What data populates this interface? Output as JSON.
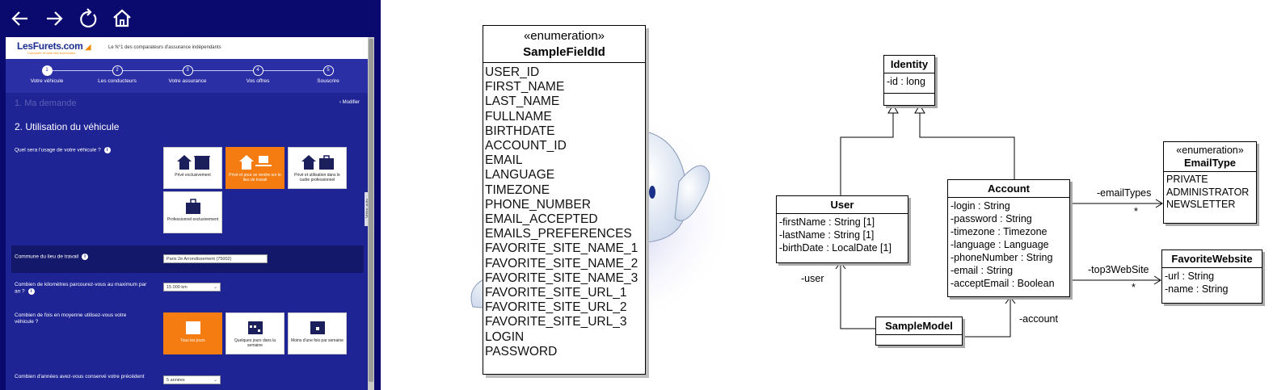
{
  "browser": {
    "nav": {
      "back": "back-arrow-icon",
      "forward": "forward-arrow-icon",
      "reload": "reload-icon",
      "home": "home-icon"
    },
    "site": {
      "logo": "LesFurets.com",
      "logo_sub": "Comparer et faire des économies",
      "tagline": "Le N°1 des comparateurs d'assurance indépendants",
      "steps": [
        {
          "num": "1",
          "label": "Votre véhicule"
        },
        {
          "num": "2",
          "label": "Les conducteurs"
        },
        {
          "num": "3",
          "label": "Votre assurance"
        },
        {
          "num": "4",
          "label": "Vos offres"
        },
        {
          "num": "5",
          "label": "Souscrire"
        }
      ],
      "section1": "1. Ma demande",
      "modify": "Modifier",
      "section2": "2. Utilisation du véhicule",
      "q_usage": "Quel sera l'usage de votre véhicule ?",
      "usage_tiles": [
        "Privé exclusivement",
        "Privé et pour se rendre sur le lieu de travail",
        "Privé et utilisation dans le cadre professionnel",
        "Professionnel exclusivement"
      ],
      "q_commune": "Commune du lieu de travail",
      "commune_value": "Paris 2e Arrondissement (75002)",
      "q_km": "Combien de kilomètres parcourez-vous au maximum par an ?",
      "km_value": "15 000 km",
      "q_freq": "Combien de fois en moyenne utilisez-vous votre véhicule ?",
      "freq_tiles": [
        "Tous les jours",
        "Quelques jours dans la semaine",
        "Moins d'une fois par semaine"
      ],
      "q_years": "Combien d'années avez-vous conservé votre précédent",
      "years_value": "5 années",
      "side_tab": "Votre avis"
    }
  },
  "enum1": {
    "stereotype": "«enumeration»",
    "name": "SampleFieldId",
    "values": [
      "USER_ID",
      "FIRST_NAME",
      "LAST_NAME",
      "FULLNAME",
      "BIRTHDATE",
      "ACCOUNT_ID",
      "EMAIL",
      "LANGUAGE",
      "TIMEZONE",
      "PHONE_NUMBER",
      "EMAIL_ACCEPTED",
      "EMAILS_PREFERENCES",
      "FAVORITE_SITE_NAME_1",
      "FAVORITE_SITE_NAME_2",
      "FAVORITE_SITE_NAME_3",
      "FAVORITE_SITE_URL_1",
      "FAVORITE_SITE_URL_2",
      "FAVORITE_SITE_URL_3",
      "LOGIN",
      "PASSWORD"
    ]
  },
  "diagram": {
    "identity": {
      "name": "Identity",
      "attrs": [
        "-id : long"
      ]
    },
    "user": {
      "name": "User",
      "attrs": [
        "-firstName : String [1]",
        "-lastName : String [1]",
        "-birthDate : LocalDate [1]"
      ]
    },
    "account": {
      "name": "Account",
      "attrs": [
        "-login : String",
        "-password : String",
        "-timezone : Timezone",
        "-language : Language",
        "-phoneNumber : String",
        "-email : String",
        "-acceptEmail : Boolean"
      ]
    },
    "sampleModel": {
      "name": "SampleModel"
    },
    "emailType": {
      "stereotype": "«enumeration»",
      "name": "EmailType",
      "values": [
        "PRIVATE",
        "ADMINISTRATOR",
        "NEWSLETTER"
      ]
    },
    "favoriteWebsite": {
      "name": "FavoriteWebsite",
      "attrs": [
        "-url : String",
        "-name : String"
      ]
    },
    "relations": {
      "emailTypes": "-emailTypes",
      "emailTypes_mult": "*",
      "top3": "-top3WebSite",
      "top3_mult": "*",
      "user": "-user",
      "account": "-account"
    }
  }
}
